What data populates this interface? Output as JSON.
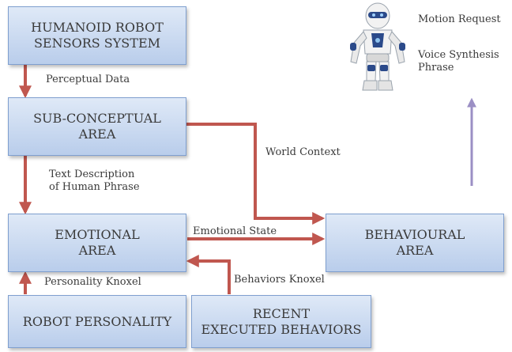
{
  "boxes": {
    "sensors": "HUMANOID ROBOT\nSENSORS SYSTEM",
    "subconceptual": "SUB-CONCEPTUAL\nAREA",
    "emotional": "EMOTIONAL\nAREA",
    "behavioural": "BEHAVIOURAL\nAREA",
    "personality": "ROBOT PERSONALITY",
    "recent": "RECENT\nEXECUTED BEHAVIORS"
  },
  "labels": {
    "perceptual_data": "Perceptual Data",
    "text_description": "Text Description\nof Human Phrase",
    "world_context": "World Context",
    "emotional_state": "Emotional State",
    "personality_knoxel": "Personality Knoxel",
    "behaviors_knoxel": "Behaviors Knoxel",
    "motion_request": "Motion Request",
    "voice_synthesis": "Voice Synthesis\nPhrase"
  },
  "colors": {
    "arrow": "#c0574f",
    "output_arrow": "#9b8fc4",
    "box_border": "#7f9fcf"
  },
  "icons": {
    "robot": "humanoid-robot-icon"
  }
}
